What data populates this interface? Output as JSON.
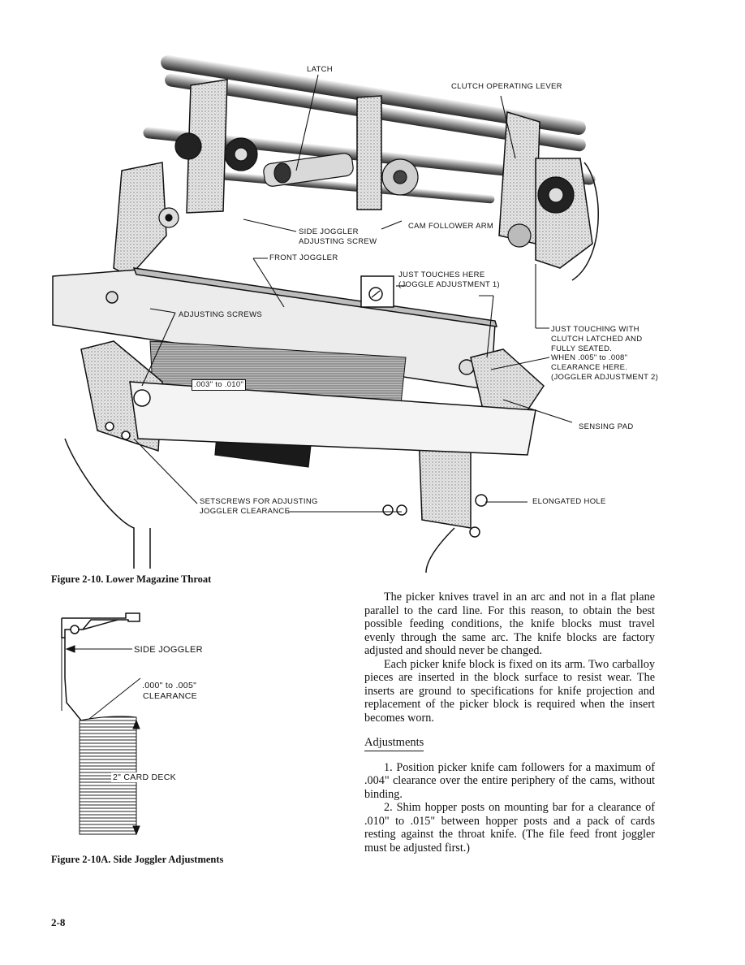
{
  "figure1": {
    "labels": {
      "latch": "LATCH",
      "clutch_operating_lever": "CLUTCH OPERATING LEVER",
      "side_joggler_screw_1": "SIDE JOGGLER",
      "side_joggler_screw_2": "ADJUSTING SCREW",
      "cam_follower_arm": "CAM FOLLOWER ARM",
      "front_joggler": "FRONT JOGGLER",
      "just_touches_1": "JUST TOUCHES HERE",
      "just_touches_2": "(JOGGLE ADJUSTMENT 1)",
      "adjusting_screws": "ADJUSTING SCREWS",
      "just_touching_1": "JUST TOUCHING WITH",
      "just_touching_2": "CLUTCH LATCHED AND",
      "just_touching_3": "FULLY SEATED.",
      "when_clearance_1": "WHEN .005\" to .008\"",
      "when_clearance_2": "CLEARANCE HERE.",
      "when_clearance_3": "(JOGGLER ADJUSTMENT 2)",
      "clearance_003_010": ".003\" to .010\"",
      "sensing_pad": "SENSING PAD",
      "setscrews_1": "SETSCREWS FOR ADJUSTING",
      "setscrews_2": "JOGGLER CLEARANCE",
      "elongated_hole": "ELONGATED HOLE"
    },
    "caption": "Figure 2-10.  Lower Magazine Throat"
  },
  "figure2": {
    "labels": {
      "side_joggler": "SIDE JOGGLER",
      "clearance_1": ".000\" to .005\"",
      "clearance_2": "CLEARANCE",
      "card_deck": "2\" CARD DECK"
    },
    "caption": "Figure 2-10A.  Side Joggler Adjustments"
  },
  "text": {
    "para1": "The picker knives travel in an arc and not in a flat plane parallel to the card line. For this reason, to obtain the best possible feeding conditions, the knife blocks must travel evenly through the same arc. The knife blocks are factory adjusted and should never be changed.",
    "para2": "Each picker knife block is fixed on its arm. Two carballoy pieces are inserted in the block surface to resist wear. The inserts are ground to specifications for knife projection and replacement of the picker block is required when the insert becomes worn.",
    "heading": "Adjustments",
    "step1": "1. Position picker knife cam followers for a maximum of .004\" clearance over the entire periphery of the cams, without binding.",
    "step2": "2. Shim hopper posts on mounting bar for a clearance of .010\" to .015\" between hopper posts and a pack of cards resting against the throat knife. (The file feed front joggler must be adjusted first.)"
  },
  "page_number": "2-8"
}
